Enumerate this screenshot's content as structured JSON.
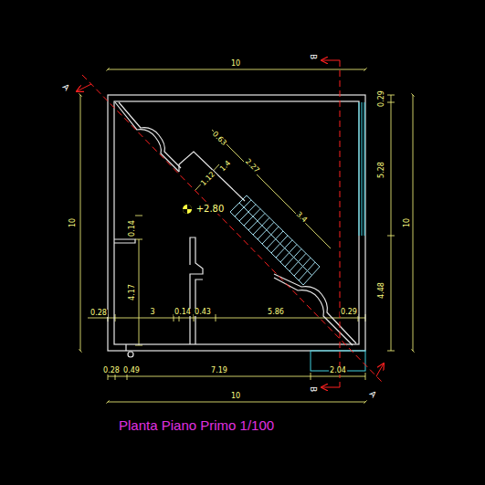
{
  "diagram": {
    "caption": "Planta Piano Primo 1/100",
    "labels": [
      "10",
      "B",
      "A",
      "0.29",
      "5.28",
      "10",
      "4.48",
      "10",
      "0.63",
      "2.27",
      "1.12",
      "1.4",
      "3.4",
      "+2.80",
      "0.14",
      "4.17",
      "0.28",
      "3",
      "0.14",
      "0.43",
      "5.86",
      "0.29",
      "0.28",
      "0.49",
      "7.19",
      "2.04",
      "B",
      "A",
      "10"
    ]
  }
}
